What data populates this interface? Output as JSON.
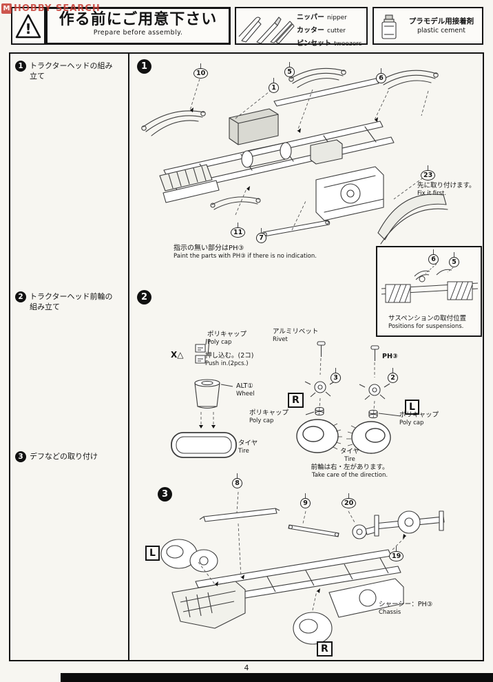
{
  "watermark": {
    "icon": "M",
    "text": "HOBBY SEARCH"
  },
  "header": {
    "warning_mark": "!",
    "title": "作る前にご用意下さい",
    "subtitle": "Prepare before assembly.",
    "tools": [
      {
        "jp": "ニッパー",
        "en": "nipper"
      },
      {
        "jp": "カッター",
        "en": "cutter"
      },
      {
        "jp": "ピンセット",
        "en": "tweezers"
      }
    ],
    "cement": {
      "jp": "プラモデル用接着剤",
      "en": "plastic cement"
    }
  },
  "sidebar": {
    "steps": [
      {
        "num": "1",
        "label": "トラクターヘッドの組み立て"
      },
      {
        "num": "2",
        "label": "トラクターヘッド前輪の組み立て"
      },
      {
        "num": "3",
        "label": "デフなどの取り付け"
      }
    ]
  },
  "section1": {
    "num": "1",
    "parts": {
      "p1": "1",
      "p5": "5",
      "p6": "6",
      "p7": "7",
      "p10": "10",
      "p11": "11",
      "p23": "23"
    },
    "fix_first": {
      "jp": "先に取り付けます。",
      "en": "Fix it first."
    },
    "paint_note": {
      "jp": "指示の無い部分はPH③",
      "en": "Paint the parts with PH③ if there is no indication."
    },
    "suspension": {
      "p6": "6",
      "p5": "5",
      "caption_jp": "サスペンションの取付位置",
      "caption_en": "Positions for suspensions."
    }
  },
  "section2": {
    "num": "2",
    "polycap_top": {
      "jp": "ポリキャップ",
      "en": "Poly cap"
    },
    "no_cement_mark": "X△",
    "push": {
      "jp": "押し込む。(2コ)",
      "en": "Push in.(2pcs.)"
    },
    "wheel": {
      "code": "ALT①",
      "en": "Wheel"
    },
    "tire_left": {
      "jp": "タイヤ",
      "en": "Tire"
    },
    "rivet": {
      "jp": "アルミリベット",
      "en": "Rivet"
    },
    "paint_code": "PH③",
    "parts": {
      "p3": "3",
      "p2": "2"
    },
    "right_mark": "R",
    "left_mark": "L",
    "polycap_left": {
      "jp": "ポリキャップ",
      "en": "Poly cap"
    },
    "polycap_right": {
      "jp": "ポリキャップ",
      "en": "Poly cap"
    },
    "tire_note": {
      "jp": "タイヤ",
      "en": "Tire",
      "dir_jp": "前輪は右・左があります。",
      "dir_en": "Take care of the direction."
    }
  },
  "section3": {
    "num": "3",
    "parts": {
      "p8": "8",
      "p9": "9",
      "p19": "19",
      "p20": "20"
    },
    "left_mark": "L",
    "right_mark": "R",
    "chassis": {
      "jp": "シャーシー：PH③",
      "en": "Chassis"
    }
  },
  "footer": {
    "page": "4"
  }
}
